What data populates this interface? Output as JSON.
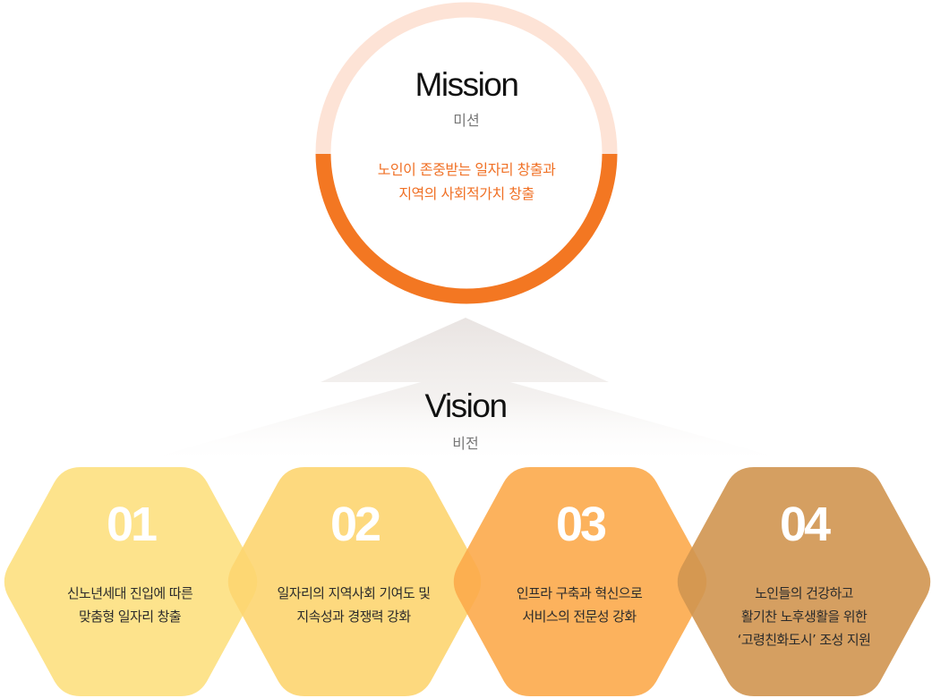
{
  "mission": {
    "title": "Mission",
    "subtitle": "미션",
    "description_lines": [
      "노인이 존중받는 일자리 창출과",
      "지역의 사회적가치 창출"
    ]
  },
  "vision": {
    "title": "Vision",
    "subtitle": "비전"
  },
  "items": [
    {
      "number": "01",
      "lines": [
        "신노년세대 진입에 따른",
        "맞춤형 일자리 창출"
      ],
      "color": "#fde080"
    },
    {
      "number": "02",
      "lines": [
        "일자리의 지역사회 기여도 및",
        "지속성과 경쟁력 강화"
      ],
      "color": "#fdd570"
    },
    {
      "number": "03",
      "lines": [
        "인프라 구축과 혁신으로",
        "서비스의 전문성 강화"
      ],
      "color": "#fcaa4b"
    },
    {
      "number": "04",
      "lines": [
        "노인들의 건강하고",
        "활기찬 노후생활을 위한",
        "‘고령친화도시’ 조성 지원"
      ],
      "color": "#d09550"
    }
  ],
  "colors": {
    "ring_top": "#fde3d6",
    "ring_bottom": "#f37722",
    "mission_text": "#f07126",
    "vision_fade": "#e9e4e2"
  }
}
